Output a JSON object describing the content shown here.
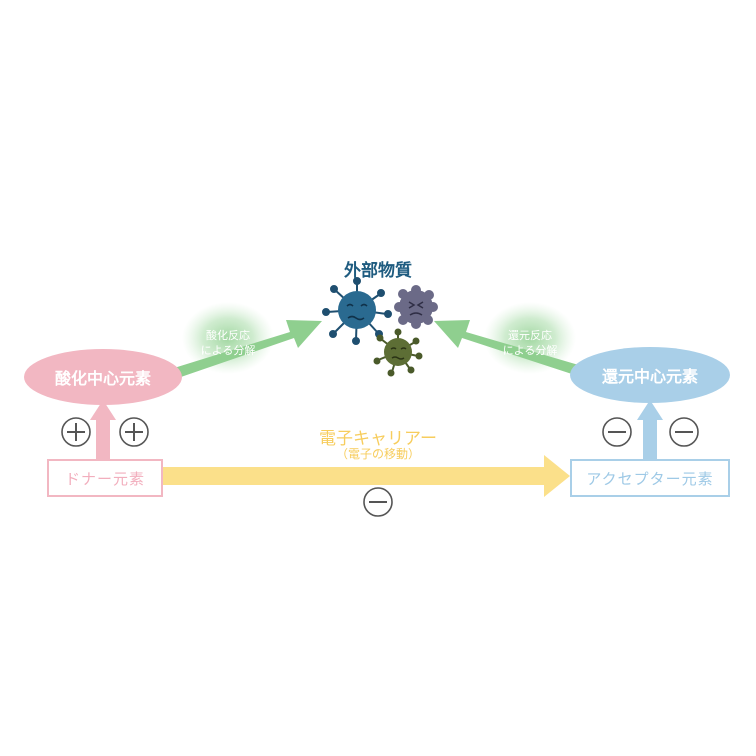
{
  "title": "外部物質",
  "oxidation_center": "酸化中心元素",
  "reduction_center": "還元中心元素",
  "donor": "ドナー元素",
  "acceptor": "アクセプター元素",
  "oxidation_reaction": [
    "酸化反応",
    "による分解"
  ],
  "reduction_reaction": [
    "還元反応",
    "による分解"
  ],
  "carrier_title": "電子キャリアー",
  "carrier_subtitle": "（電子の移動）",
  "colors": {
    "pink": "#f2b7c2",
    "blue": "#a9cfe8",
    "green": "#8fcf8f",
    "yellow": "#fbe08a",
    "navy": "#1f5c80"
  }
}
